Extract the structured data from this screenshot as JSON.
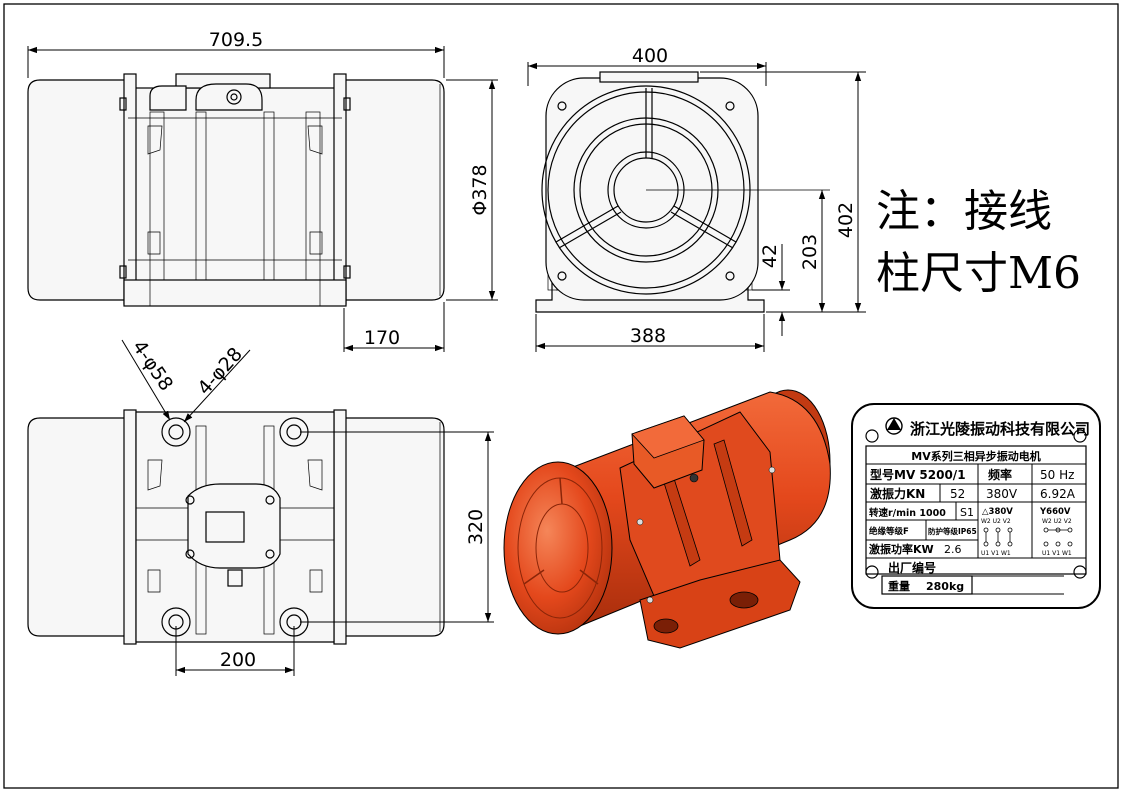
{
  "dimensions": {
    "length": "709.5",
    "diameter": "Φ378",
    "end_offset": "170",
    "width": "400",
    "height": "402",
    "center_height": "203",
    "foot_height": "42",
    "foot_width": "388",
    "holes_large": "4-φ58",
    "holes_small": "4-φ28",
    "mount_width": "320",
    "mount_spacing": "200"
  },
  "note": {
    "line1": "注：接线",
    "line2": "柱尺寸M6"
  },
  "nameplate": {
    "company": "浙江光陵振动科技有限公司",
    "title": "MV系列三相异步振动电机",
    "model": "型号MV 5200/1",
    "freq_label": "频率",
    "freq_value": "50 Hz",
    "force": "激振力KN",
    "force_value": "52",
    "voltage": "380V",
    "current": "6.92A",
    "speed": "转速r/min 1000",
    "duty": "S1",
    "insulation": "绝缘等级F",
    "protection": "防护等级IP65",
    "power": "激振功率KW",
    "power_value": "2.6",
    "delta": "△380V",
    "wye": "Y660V",
    "terminals_top": "W2 U2 V2",
    "terminals_bottom": "U1 V1 W1",
    "serial_label": "出厂编号",
    "weight_label": "重量",
    "weight_value": "280kg"
  },
  "colors": {
    "motor_body": "#e4481c",
    "motor_dark": "#b8340f",
    "motor_light": "#f26a3a",
    "line": "#000000"
  }
}
